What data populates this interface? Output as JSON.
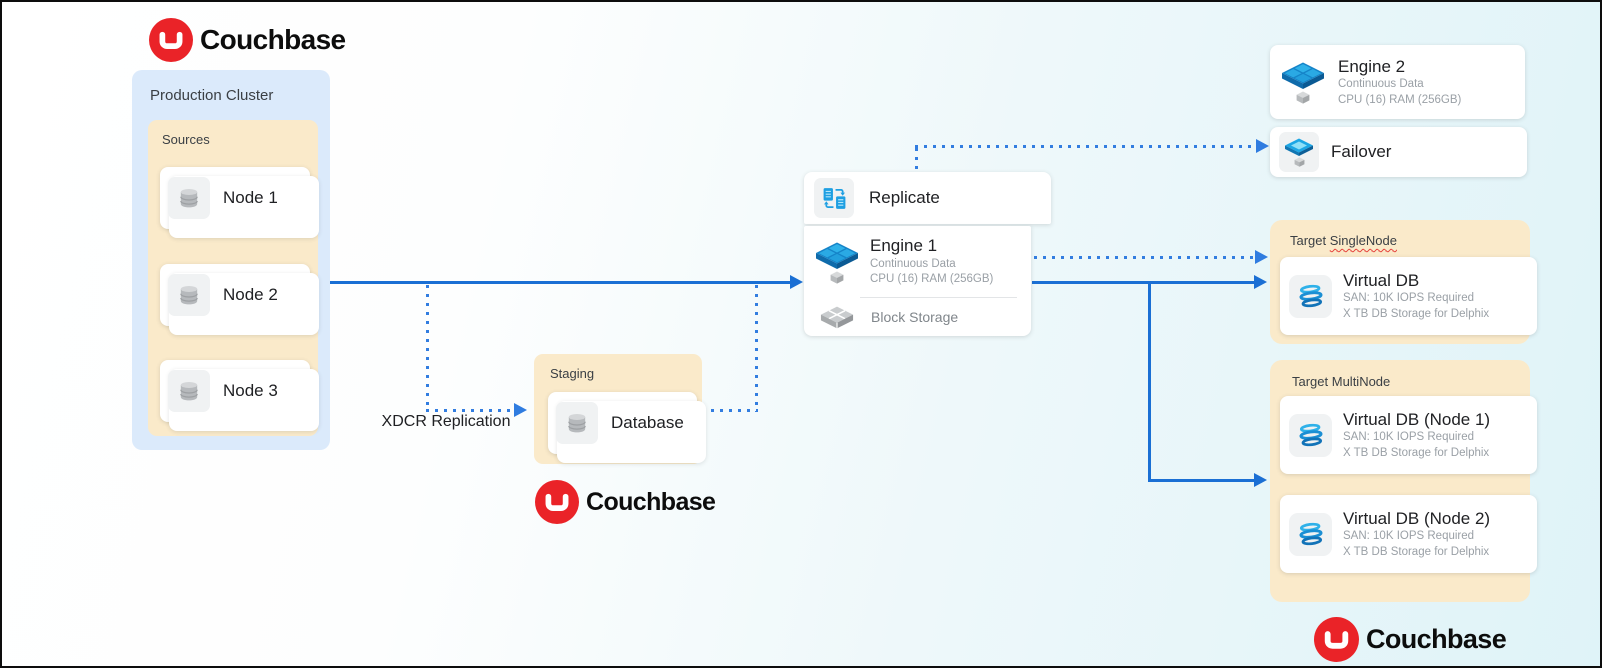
{
  "brand": {
    "wordmark": "Couchbase"
  },
  "production": {
    "title": "Production Cluster",
    "sources_label": "Sources",
    "nodes": [
      {
        "label": "Node 1"
      },
      {
        "label": "Node 2"
      },
      {
        "label": "Node 3"
      }
    ]
  },
  "xdcr": {
    "label": "XDCR Replication"
  },
  "staging": {
    "title": "Staging",
    "database_label": "Database"
  },
  "engine1": {
    "replicate_label": "Replicate",
    "title": "Engine 1",
    "subtitle1": "Continuous Data",
    "subtitle2": "CPU (16) RAM (256GB)",
    "block_storage_label": "Block Storage"
  },
  "engine2": {
    "title": "Engine 2",
    "subtitle1": "Continuous Data",
    "subtitle2": "CPU (16) RAM (256GB)",
    "failover_label": "Failover"
  },
  "target_single": {
    "title_prefix": "Target ",
    "title_word": "SingleNode",
    "card": {
      "title": "Virtual DB",
      "subtitle1": "SAN: 10K IOPS Required",
      "subtitle2": "X TB DB Storage for Delphix"
    }
  },
  "target_multi": {
    "title": "Target MultiNode",
    "cards": [
      {
        "title": "Virtual DB (Node 1)",
        "subtitle1": "SAN: 10K IOPS Required",
        "subtitle2": "X TB DB Storage for Delphix"
      },
      {
        "title": "Virtual DB (Node 2)",
        "subtitle1": "SAN: 10K IOPS Required",
        "subtitle2": "X TB DB Storage for Delphix"
      }
    ]
  },
  "colors": {
    "accent_blue": "#1a6fd4",
    "dotted_blue": "#327de0",
    "cream": "#faeaca",
    "cluster_blue": "#dbeafb",
    "brand_red": "#ea2328"
  }
}
